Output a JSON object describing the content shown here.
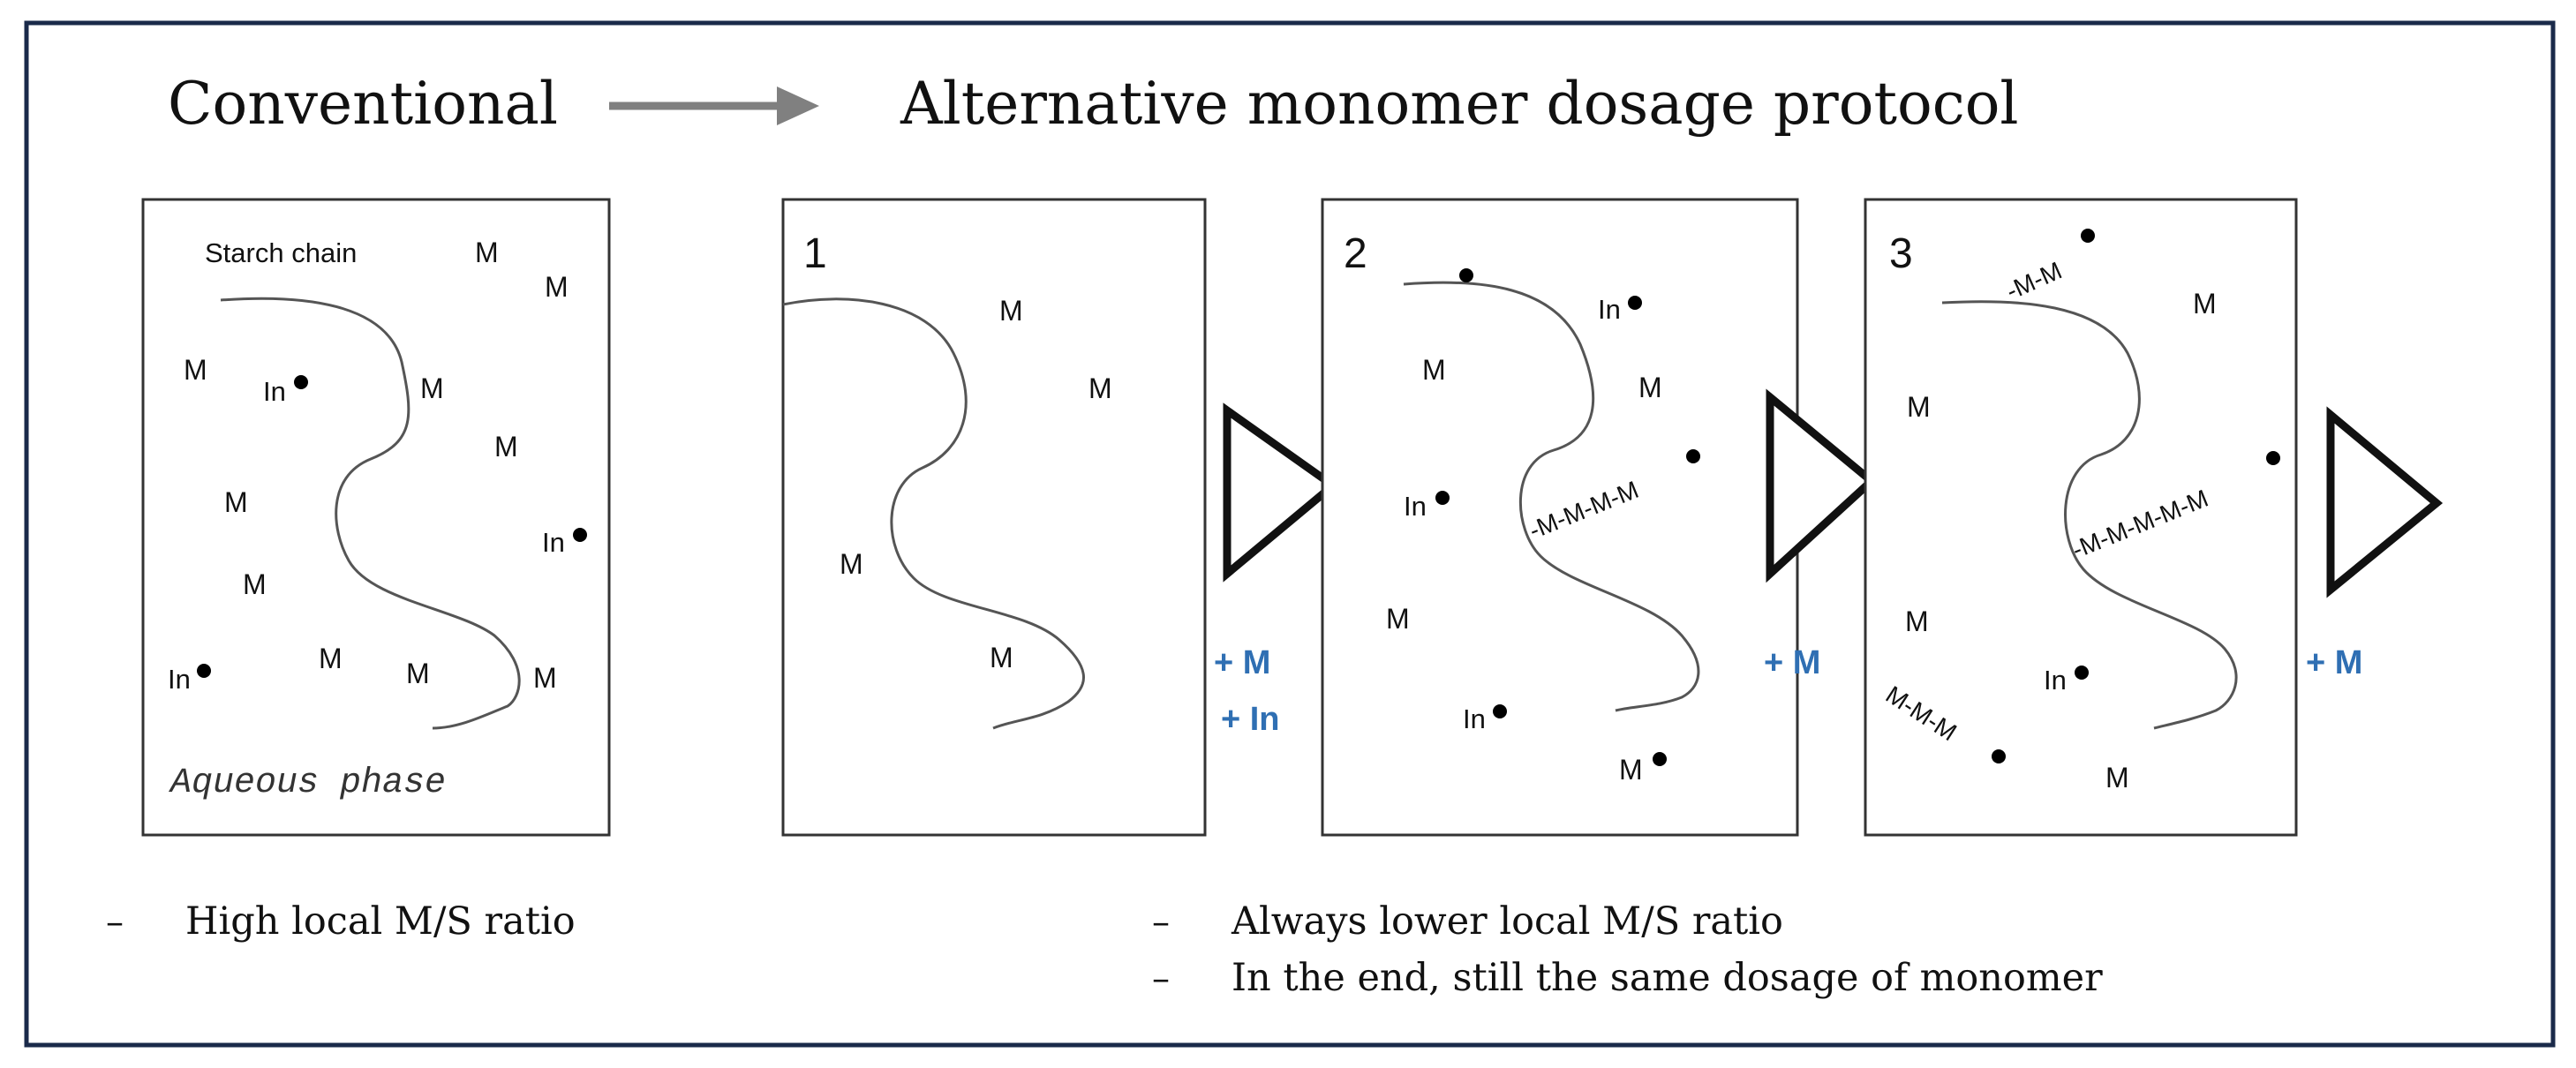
{
  "title_conventional": "Conventional",
  "title_alternative": "Alternative monomer dosage protocol",
  "accent_color": "#2f6fb3",
  "frame_color": "#1a2a4a",
  "conventional_panel": {
    "label_starch": "Starch chain",
    "label_phase": "Aqueous phase",
    "m": "M",
    "in": "In"
  },
  "panel1": {
    "number": "1",
    "m": "M"
  },
  "panel2": {
    "number": "2",
    "m": "M",
    "in": "In",
    "chain": "-M-M-M-M"
  },
  "panel3": {
    "number": "3",
    "m": "M",
    "in": "In",
    "chain_long": "-M-M-M-M-M",
    "chain_top": "-M-M",
    "chain_bottom": "M-M-M"
  },
  "additions": {
    "after1_m": "+ M",
    "after1_in": "+ In",
    "after2_m": "+ M",
    "after3_m": "+ M"
  },
  "notes": {
    "dash": "–",
    "left": "High local M/S ratio",
    "right_1": "Always lower local M/S ratio",
    "right_2": "In the end, still the same dosage of monomer"
  },
  "icons": {
    "header_arrow": "right-arrow-icon",
    "step_arrow": "triangle-right-icon",
    "radical": "radical-dot-icon"
  }
}
